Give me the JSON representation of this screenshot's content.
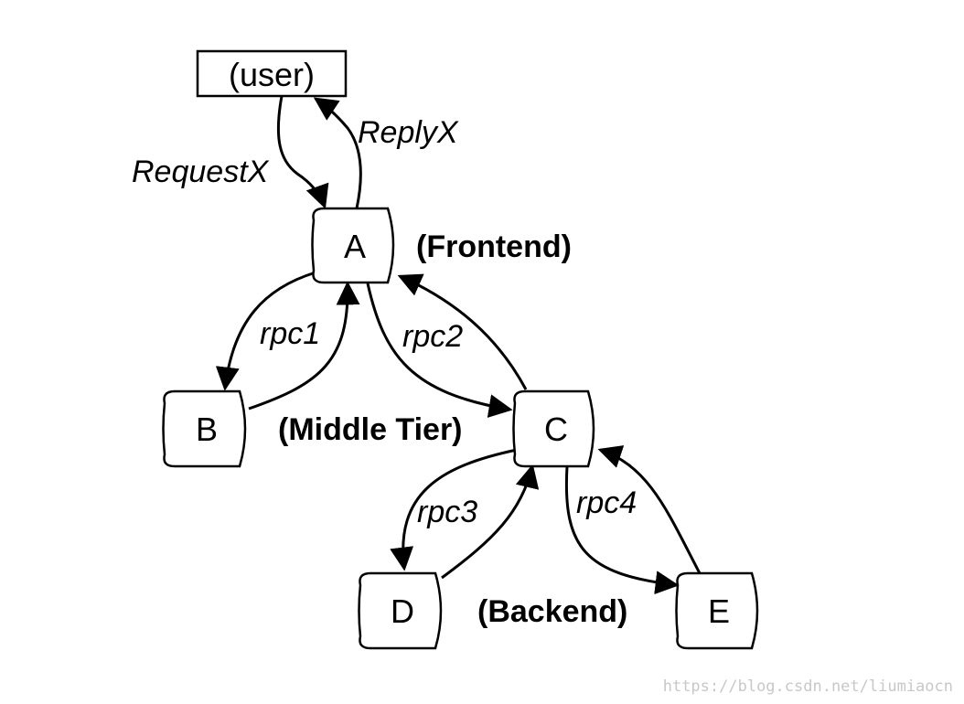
{
  "nodes": {
    "user": "(user)",
    "a": "A",
    "b": "B",
    "c": "C",
    "d": "D",
    "e": "E"
  },
  "tiers": {
    "frontend": "(Frontend)",
    "middle": "(Middle Tier)",
    "backend": "(Backend)"
  },
  "edges": {
    "request": "RequestX",
    "reply": "ReplyX",
    "rpc1": "rpc1",
    "rpc2": "rpc2",
    "rpc3": "rpc3",
    "rpc4": "rpc4"
  },
  "watermark": "https://blog.csdn.net/liumiaocn"
}
